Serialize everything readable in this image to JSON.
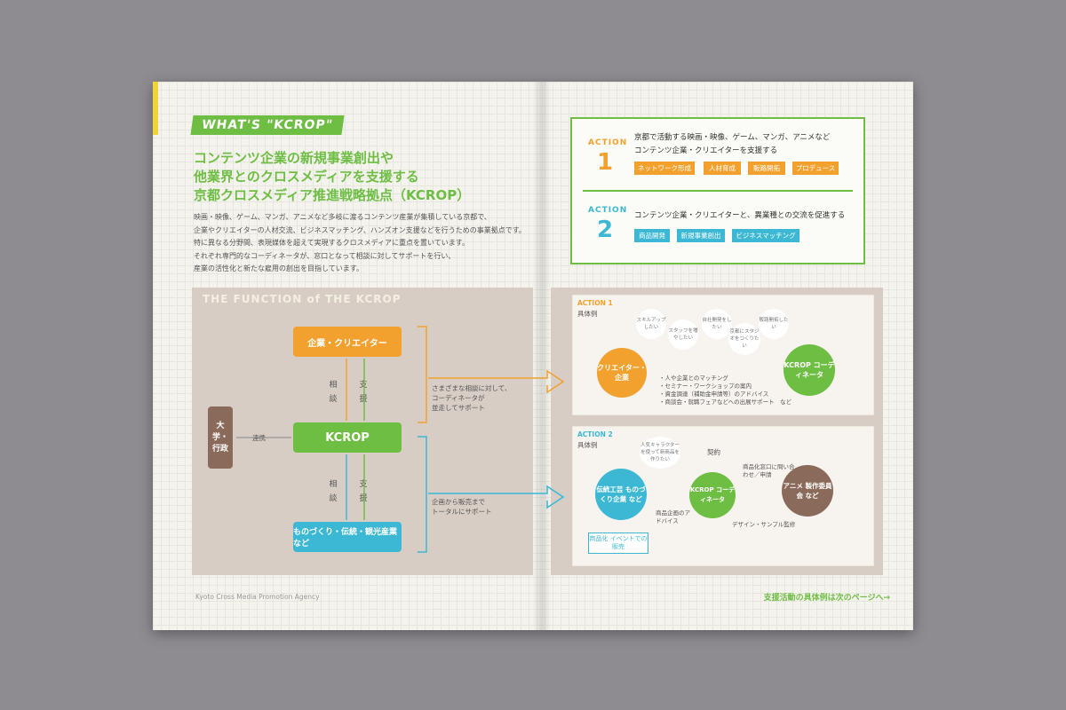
{
  "left": {
    "tag": "WHAT'S \"KCROP\"",
    "lead": [
      "コンテンツ企業の新規事業創出や",
      "他業界とのクロスメディアを支援する",
      "京都クロスメディア推進戦略拠点（KCROP）"
    ],
    "body": [
      "映画・映像、ゲーム、マンガ、アニメなど多岐に渡るコンテンツ産業が集積している京都で、",
      "企業やクリエイターの人材交流、ビジネスマッチング、ハンズオン支援などを行うための事業拠点です。",
      "特に異なる分野間、表現媒体を超えて実現するクロスメディアに重点を置いています。",
      "それぞれ専門的なコーディネータが、窓口となって相談に対してサポートを行い、",
      "産業の活性化と新たな雇用の創出を目指しています。"
    ],
    "footer": "Kyoto Cross Media Promotion Agency"
  },
  "actions": {
    "a1_label": "ACTION",
    "a1_num": "1",
    "a1_text1": "京都で活動する映画・映像、ゲーム、マンガ、アニメなど",
    "a1_text2": "コンテンツ企業・クリエイターを支援する",
    "a1_chips": [
      "ネットワーク形成",
      "人材育成",
      "販路開拓",
      "プロデュース"
    ],
    "a2_label": "ACTION",
    "a2_num": "2",
    "a2_text": "コンテンツ企業・クリエイターと、異業種との交流を促進する",
    "a2_chips": [
      "商品開発",
      "新規事業創出",
      "ビジネスマッチング"
    ]
  },
  "function": {
    "title": "THE FUNCTION of THE KCROP",
    "top_box": "企業・クリエイター",
    "center_box": "KCROP",
    "bottom_box": "ものづくり・伝統・観光産業など",
    "side_box": "大学・行政",
    "link": "連携",
    "soudan": "相談",
    "shien": "支援",
    "note1": [
      "さまざまな相談に対して、",
      "コーディネータが",
      "並走してサポート"
    ],
    "note2": [
      "企画から販売まで",
      "トータルにサポート"
    ]
  },
  "example1": {
    "title": "ACTION 1",
    "sub": "具体例",
    "left_circle": "クリエイター・企業",
    "right_circle": "KCROP コーディネータ",
    "bubbles": [
      "スキルアップしたい",
      "スタッフを増やしたい",
      "自社開発をしたい",
      "京都にスタジオをつくりたい",
      "販路開拓したい"
    ],
    "items": [
      "・人や企業とのマッチング",
      "・セミナー・ワークショップの案内",
      "・資金調達（補助金申請等）のアドバイス",
      "・商談会・就職フェアなどへの出展サポート　など"
    ]
  },
  "example2": {
    "title": "ACTION 2",
    "sub": "具体例",
    "left_circle": "伝統工芸 ものづくり企業 など",
    "center_circle": "KCROP コーディネータ",
    "right_circle": "アニメ 製作委員会 など",
    "bubble": "人気キャラクターを使って新商品を作りたい",
    "contract": "契約",
    "window": "商品化窓口に問い合わせ／申請",
    "advice": "商品企画のアドバイス",
    "supervise": "デザイン・サンプル監修",
    "result": "商品化 イベントでの販売"
  },
  "next_page": "支援活動の具体例は次のページへ→",
  "colors": {
    "green": "#6fbe44",
    "orange": "#f2a12e",
    "blue": "#3cb8d4",
    "brown": "#8a6a5a",
    "panel": "#d8cdc4"
  }
}
